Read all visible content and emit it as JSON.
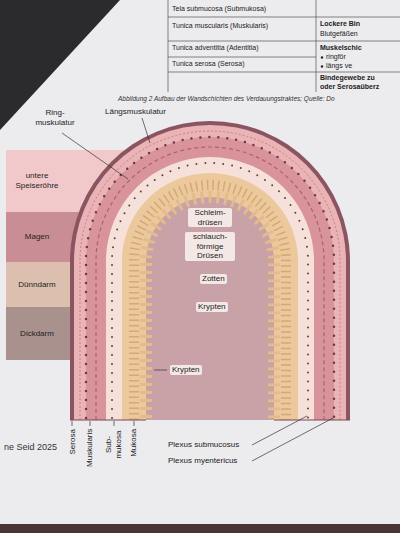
{
  "diagram": {
    "caption": "Abbildung 2 Aufbau der Wandschichten des Verdauungstraktes; Quelle: Do",
    "nodes": [
      {
        "text": [
          "untere Speiseröhre"
        ]
      },
      {
        "text": [
          "Magen"
        ]
      },
      {
        "text": [
          "Dünndarm"
        ]
      },
      {
        "text": [
          "Dickdarm"
        ]
      }
    ],
    "labels": [
      "Tela submucosa (Submukosa)",
      "Tunica muscularis (Muskularis)",
      "Tunica adventitia (Adentitia)",
      "Tunica serosa (Serosa)",
      "Lockere Bin",
      "Blutgefäßen",
      "Muskelschic",
      "ringför",
      "längs ve",
      "Bindegewebe zu",
      "oder Serosaüberz",
      "Längsmuskulatur",
      "Ring- muskulatur",
      "Schleim- drüsen",
      "schlauch- förmige Drüsen",
      "Zotten",
      "Krypten",
      "Krypten",
      "Serosa",
      "Muskularis",
      "Sub- mukosa",
      "Mukosa",
      "Plexus submucosus",
      "Plexus myentericus",
      "ne Seid 2025"
    ]
  }
}
